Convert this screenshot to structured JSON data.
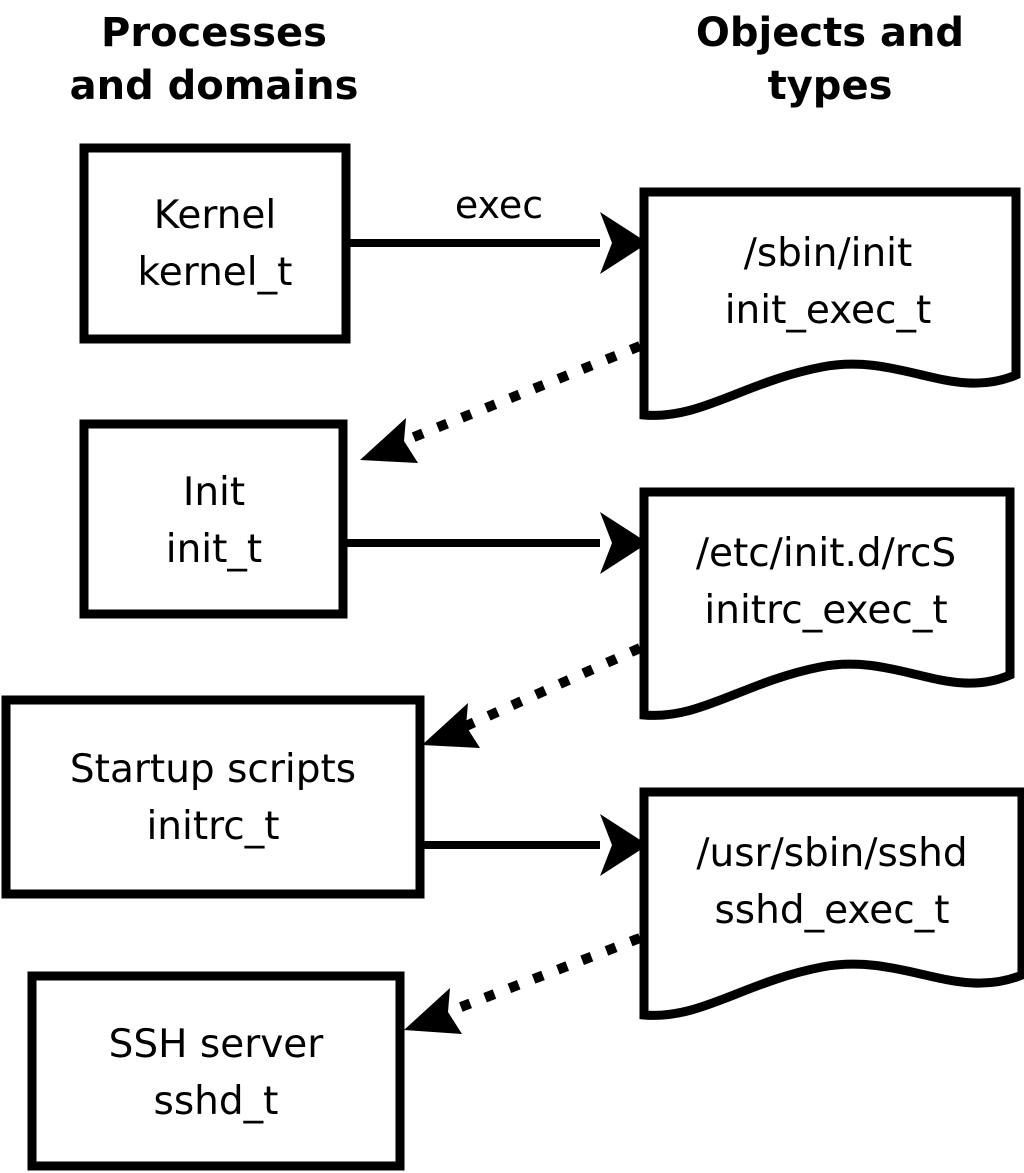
{
  "diagram": {
    "title": "SELinux process domains and object types transition diagram",
    "background_color": "#ffffff",
    "stroke_color": "#000000",
    "columns": [
      {
        "id": "processes",
        "header_line1": "Processes",
        "header_line2": "and domains"
      },
      {
        "id": "objects",
        "header_line1": "Objects and",
        "header_line2": "types"
      }
    ],
    "process_nodes": [
      {
        "id": "kernel",
        "shape": "rectangle",
        "line1": "Kernel",
        "line2": "kernel_t"
      },
      {
        "id": "init",
        "shape": "rectangle",
        "line1": "Init",
        "line2": "init_t"
      },
      {
        "id": "initrc",
        "shape": "rectangle",
        "line1": "Startup scripts",
        "line2": "initrc_t"
      },
      {
        "id": "sshd",
        "shape": "rectangle",
        "line1": "SSH server",
        "line2": "sshd_t"
      }
    ],
    "object_nodes": [
      {
        "id": "init_exec",
        "shape": "document",
        "line1": "/sbin/init",
        "line2": "init_exec_t"
      },
      {
        "id": "initrc_exec",
        "shape": "document",
        "line1": "/etc/init.d/rcS",
        "line2": "initrc_exec_t"
      },
      {
        "id": "sshd_exec",
        "shape": "document",
        "line1": "/usr/sbin/sshd",
        "line2": "sshd_exec_t"
      }
    ],
    "edges": [
      {
        "id": "kernel-exec-init_exec",
        "from": "kernel",
        "to": "init_exec",
        "style": "solid",
        "label": "exec"
      },
      {
        "id": "init_exec-transition-init",
        "from": "init_exec",
        "to": "init",
        "style": "dotted",
        "label": ""
      },
      {
        "id": "init-exec-initrc_exec",
        "from": "init",
        "to": "initrc_exec",
        "style": "solid",
        "label": ""
      },
      {
        "id": "initrc_exec-transition-initrc",
        "from": "initrc_exec",
        "to": "initrc",
        "style": "dotted",
        "label": ""
      },
      {
        "id": "initrc-exec-sshd_exec",
        "from": "initrc",
        "to": "sshd_exec",
        "style": "solid",
        "label": ""
      },
      {
        "id": "sshd_exec-transition-sshd",
        "from": "sshd_exec",
        "to": "sshd",
        "style": "dotted",
        "label": ""
      }
    ]
  }
}
